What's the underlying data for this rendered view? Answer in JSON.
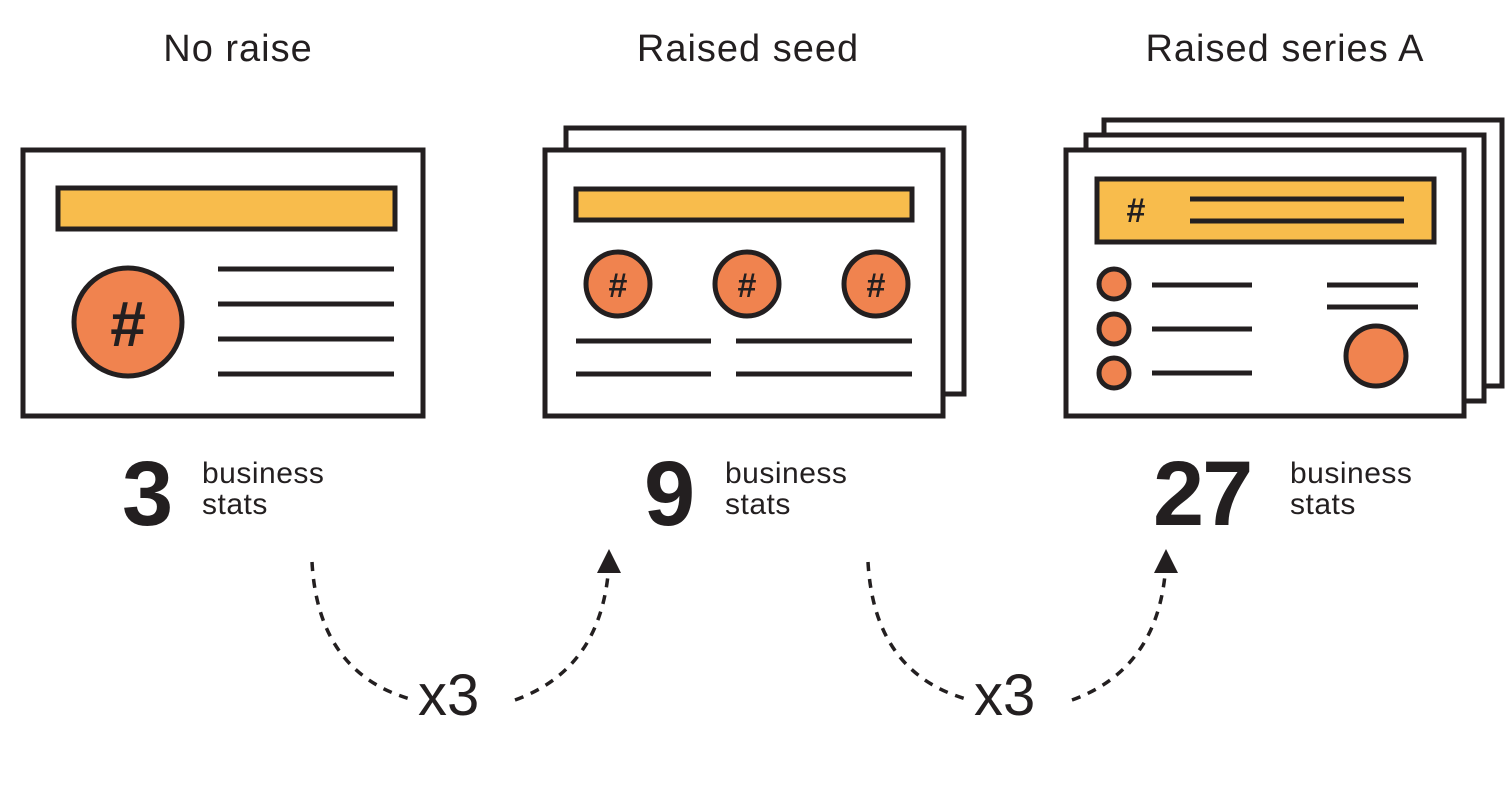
{
  "colors": {
    "ink": "#231f20",
    "orange": "#f0834f",
    "yellow": "#f8bc4c",
    "white": "#ffffff"
  },
  "stages": [
    {
      "title": "No raise",
      "count": "3",
      "unit_line1": "business",
      "unit_line2": "stats"
    },
    {
      "title": "Raised seed",
      "count": "9",
      "unit_line1": "business",
      "unit_line2": "stats"
    },
    {
      "title": "Raised series A",
      "count": "27",
      "unit_line1": "business",
      "unit_line2": "stats"
    }
  ],
  "transitions": [
    {
      "label": "x3"
    },
    {
      "label": "x3"
    }
  ],
  "icons": {
    "stat_symbol": "#"
  }
}
